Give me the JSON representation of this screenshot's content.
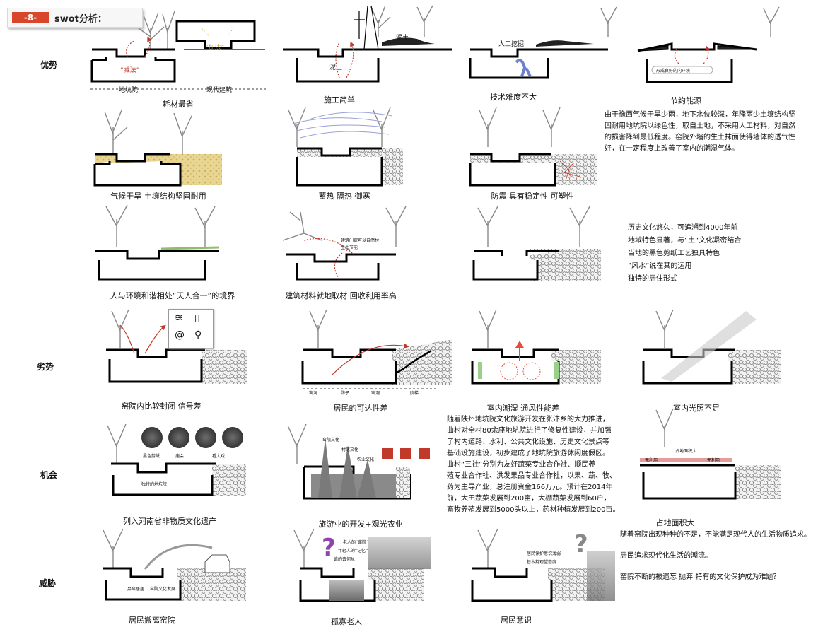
{
  "header": {
    "badge": "-8-",
    "title": "swot分析："
  },
  "rows": {
    "strengths": "优势",
    "weaknesses": "劣势",
    "opportunities": "机会",
    "threats": "威胁"
  },
  "labels": {
    "subtract": "“减法”",
    "add": "“加法”",
    "pit_house": "地坑院",
    "modern": "现代建筑",
    "mud1": "泥土",
    "mud2": "泥土",
    "dig": "人工挖掘",
    "good_env": "形成良好的内环境",
    "structure_note": "建筑门窗可以自然材",
    "structure_note2": "生土节能",
    "cave_parts": [
      "窑洞",
      "防子",
      "窑洞",
      "阶梯"
    ],
    "opp_photos": [
      "黑色剪纸",
      "庙会",
      "看大戏"
    ],
    "local_cuisine": "独特的地坑院",
    "tourism_tags": [
      "窑院文化",
      "村落文化",
      "农业文化"
    ],
    "land_label": "占地面积大",
    "unused1": "无利用",
    "unused2": "无利用",
    "open_cave": "弃窑居居",
    "modern_life": "窑院文化发展",
    "elder_1": "老人的“窑院”",
    "elder_2": "年轻人的“记忆”",
    "elder_3": "谁的去何从",
    "awareness_1": "居民保护意识薄弱",
    "awareness_2": "基本持观望态度"
  },
  "captions": {
    "s1": "耗材最省",
    "s2": "施工简单",
    "s3": "技术难度不大",
    "s4": "节约能源",
    "s5": "气候干旱   土壤结构坚固耐用",
    "s6": "蓄热   隔热   御寒",
    "s7": "防震  具有稳定性  可塑性",
    "s8": "人与环境和谐相处“天人合一”的境界",
    "s9": "建筑材料就地取材  回收利用率高",
    "w1": "窑院内比较封闭  信号差",
    "w2": "居民的可达性差",
    "w3": "室内潮湿  通风性能差",
    "w4": "室内光照不足",
    "o1": "列入河南省非物质文化遗产",
    "o2": "旅游业的开发+观光农业",
    "o3": "占地面积大",
    "t1": "居民搬离窑院",
    "t2": "孤寡老人",
    "t3": "居民意识"
  },
  "paragraphs": {
    "climate": [
      "由于豫西气候干旱少雨，地下水位较深，年降雨少土壤结构坚",
      "固耐用地坑院以绿色性，取自土地，不采用人工材料，对自然",
      "的损害降到最低程度。窑院外墙的生土抹面使得墙体的透气性",
      "好，在一定程度上改善了室内的潮湿气体。"
    ],
    "history": [
      "历史文化悠久，可追溯到4000年前",
      "地域特色显著，与”土“文化紧密结合",
      "当地的黑色剪纸工艺独具特色",
      "”风水“说在其的运用",
      "独特的居住形式"
    ],
    "tourism": [
      "    随着陕州地坑院文化旅游开发在张汴乡的大力推进，",
      "曲村对全村80余座地坑院进行了修复性建设，并加强",
      "了村内道路、水利、公共文化设施、历史文化景点等",
      "基础设施建设，初步建成了地坑院旅游休闲度假区。",
      "    曲村“三社”分别为友好蔬菜专业合作社、顺民养",
      "殖专业合作社、洪发果品专业合作社，以果、蔬、牧、",
      "药为主导产业，总注册资金166万元。预计在2014年",
      "前，大田蔬菜发展到200亩，大棚蔬菜发展到60户，",
      "畜牧养殖发展到5000头以上，药材种植发展到200亩。"
    ],
    "threats": [
      "随着窑院出现种种的不足，不能满足现代人的生活物质追求。",
      "居民追求现代化生活的潮流。",
      "窑院不断的被遗忘  抛弃  特有的文化保护成为难题？"
    ]
  }
}
